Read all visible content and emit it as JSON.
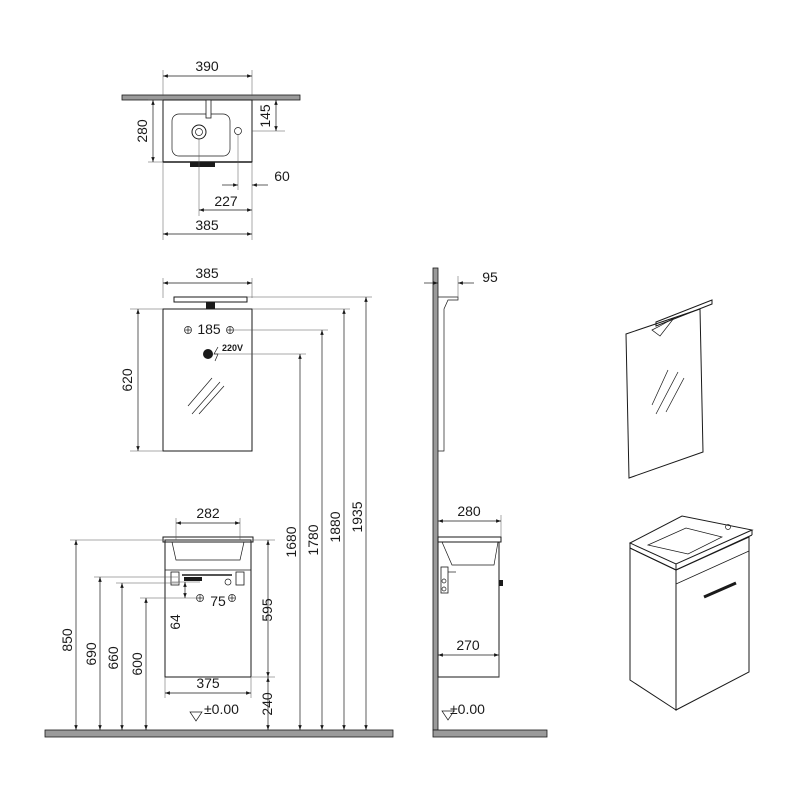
{
  "top_view": {
    "width": "390",
    "depth": "280",
    "bowl_depth": "145",
    "tap_offset": "60",
    "drain_offset": "227",
    "body_width": "385"
  },
  "mirror": {
    "width": "385",
    "height": "620",
    "fixing_spacing": "185",
    "voltage": "220V"
  },
  "cabinet": {
    "basin_width": "282",
    "fixing_spacing": "75",
    "fixing_height": "64",
    "body_height": "595",
    "bottom_width": "375",
    "floor_gap": "240",
    "floor_label": "±0.00"
  },
  "heights": {
    "h850": "850",
    "h690": "690",
    "h660": "660",
    "h600": "600",
    "h1680": "1680",
    "h1780": "1780",
    "h1880": "1880",
    "h1935": "1935"
  },
  "side_view": {
    "mirror_depth": "95",
    "top_depth": "280",
    "bottom_depth": "270",
    "floor_label": "±0.00"
  }
}
